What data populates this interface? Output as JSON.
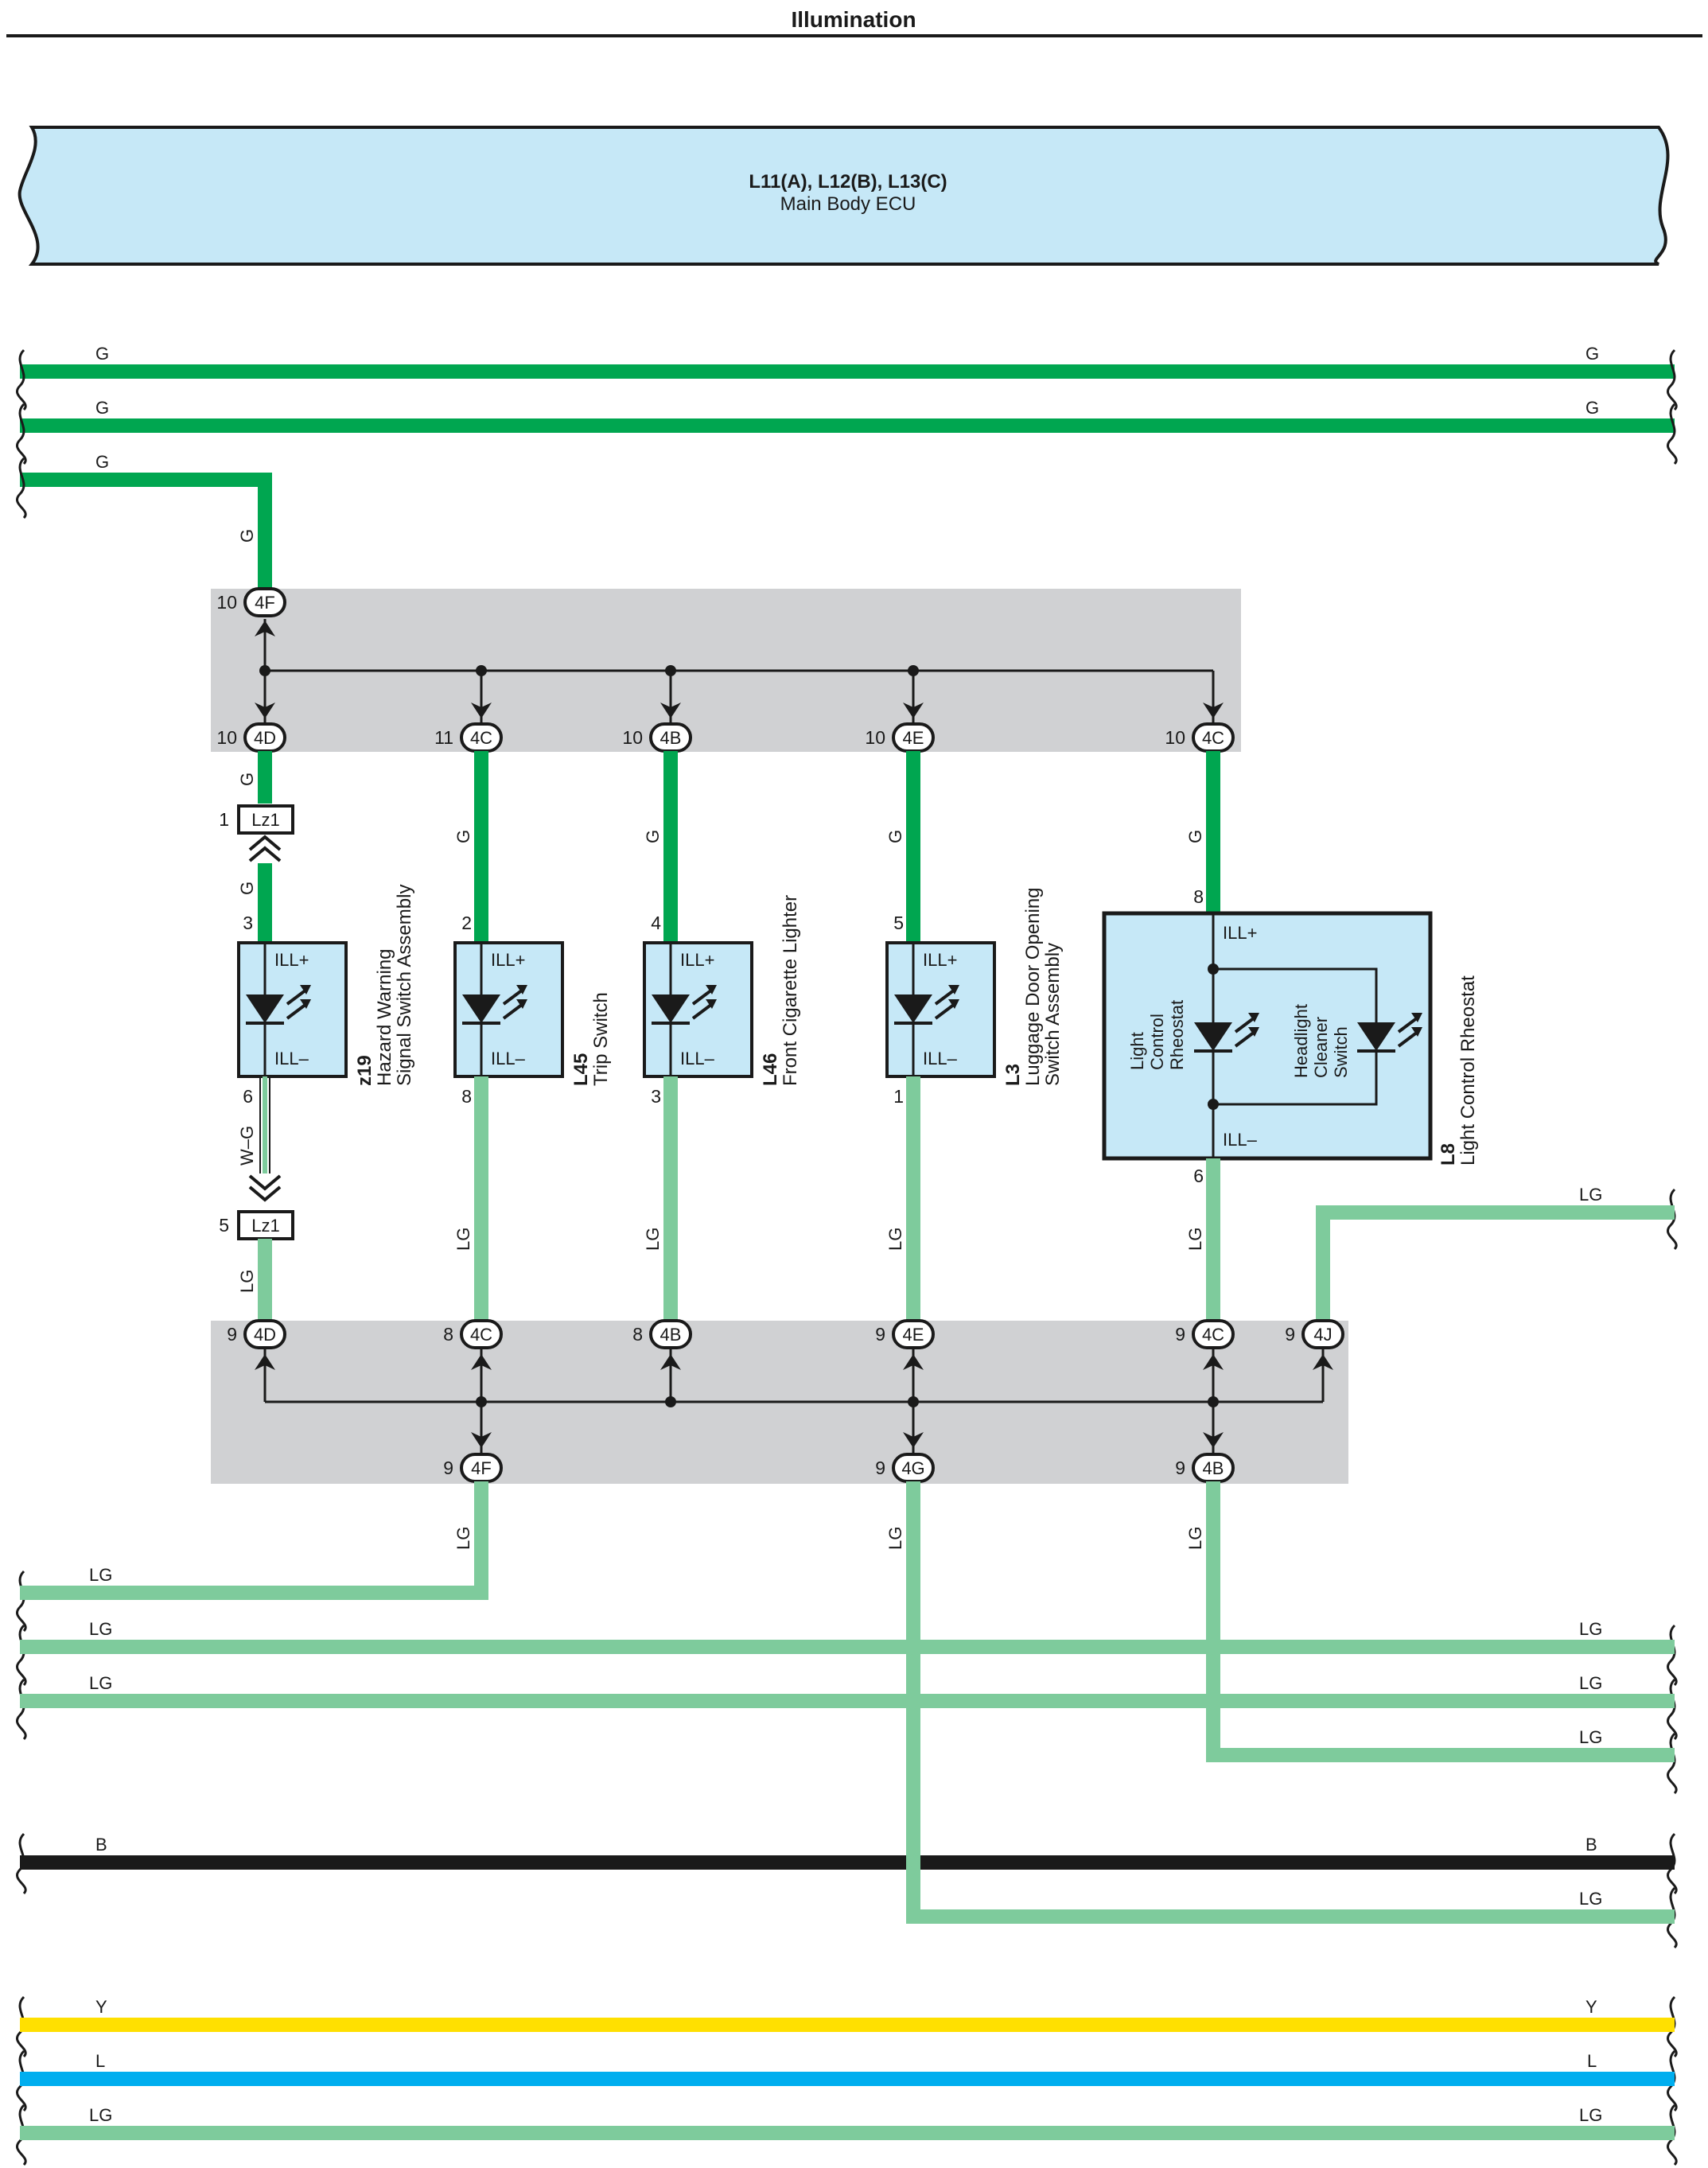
{
  "title": "Illumination",
  "ecu": {
    "ids": "L11(A), L12(B), L13(C)",
    "name": "Main Body ECU"
  },
  "colors": {
    "G": "#00a650",
    "LG": "#7ecb9c",
    "B": "#1a1a1a",
    "Y": "#ffe000",
    "L": "#00aeef",
    "component_fill": "#c6e8f7",
    "junction_fill": "#d0d1d3",
    "ecu_fill": "#c6e8f7"
  },
  "wire_labels": {
    "g": "G",
    "lg": "LG",
    "b": "B",
    "y": "Y",
    "l": "L",
    "wg": "W–G"
  },
  "junction_top": {
    "input": {
      "pin": "10",
      "code": "4F"
    },
    "outputs": [
      {
        "pin": "10",
        "code": "4D"
      },
      {
        "pin": "11",
        "code": "4C"
      },
      {
        "pin": "10",
        "code": "4B"
      },
      {
        "pin": "10",
        "code": "4E"
      },
      {
        "pin": "10",
        "code": "4C"
      }
    ]
  },
  "junction_bottom": {
    "inputs": [
      {
        "pin": "9",
        "code": "4D"
      },
      {
        "pin": "8",
        "code": "4C"
      },
      {
        "pin": "8",
        "code": "4B"
      },
      {
        "pin": "9",
        "code": "4E"
      },
      {
        "pin": "9",
        "code": "4C"
      },
      {
        "pin": "9",
        "code": "4J"
      }
    ],
    "outputs": [
      {
        "pin": "9",
        "code": "4F"
      },
      {
        "pin": "9",
        "code": "4G"
      },
      {
        "pin": "9",
        "code": "4B"
      }
    ]
  },
  "connector_lz1": {
    "code": "Lz1",
    "pin_top": "1",
    "pin_bottom": "5"
  },
  "components": [
    {
      "id": "z19",
      "name_lines": [
        "Hazard Warning",
        "Signal Switch Assembly"
      ],
      "pin_top": "3",
      "pin_bottom": "6",
      "ill_plus": "ILL+",
      "ill_minus": "ILL–"
    },
    {
      "id": "L45",
      "name_lines": [
        "Trip Switch"
      ],
      "pin_top": "2",
      "pin_bottom": "8",
      "ill_plus": "ILL+",
      "ill_minus": "ILL–"
    },
    {
      "id": "L46",
      "name_lines": [
        "Front Cigarette Lighter"
      ],
      "pin_top": "4",
      "pin_bottom": "3",
      "ill_plus": "ILL+",
      "ill_minus": "ILL–"
    },
    {
      "id": "L3",
      "name_lines": [
        "Luggage Door Opening",
        "Switch Assembly"
      ],
      "pin_top": "5",
      "pin_bottom": "1",
      "ill_plus": "ILL+",
      "ill_minus": "ILL–"
    }
  ],
  "rheostat": {
    "id": "L8",
    "name": "Light Control Rheostat",
    "pin_top": "8",
    "pin_bottom": "6",
    "ill_plus": "ILL+",
    "ill_minus": "ILL–",
    "sub_left": [
      "Light",
      "Control",
      "Rheostat"
    ],
    "sub_right": [
      "Headlight",
      "Cleaner",
      "Switch"
    ]
  }
}
